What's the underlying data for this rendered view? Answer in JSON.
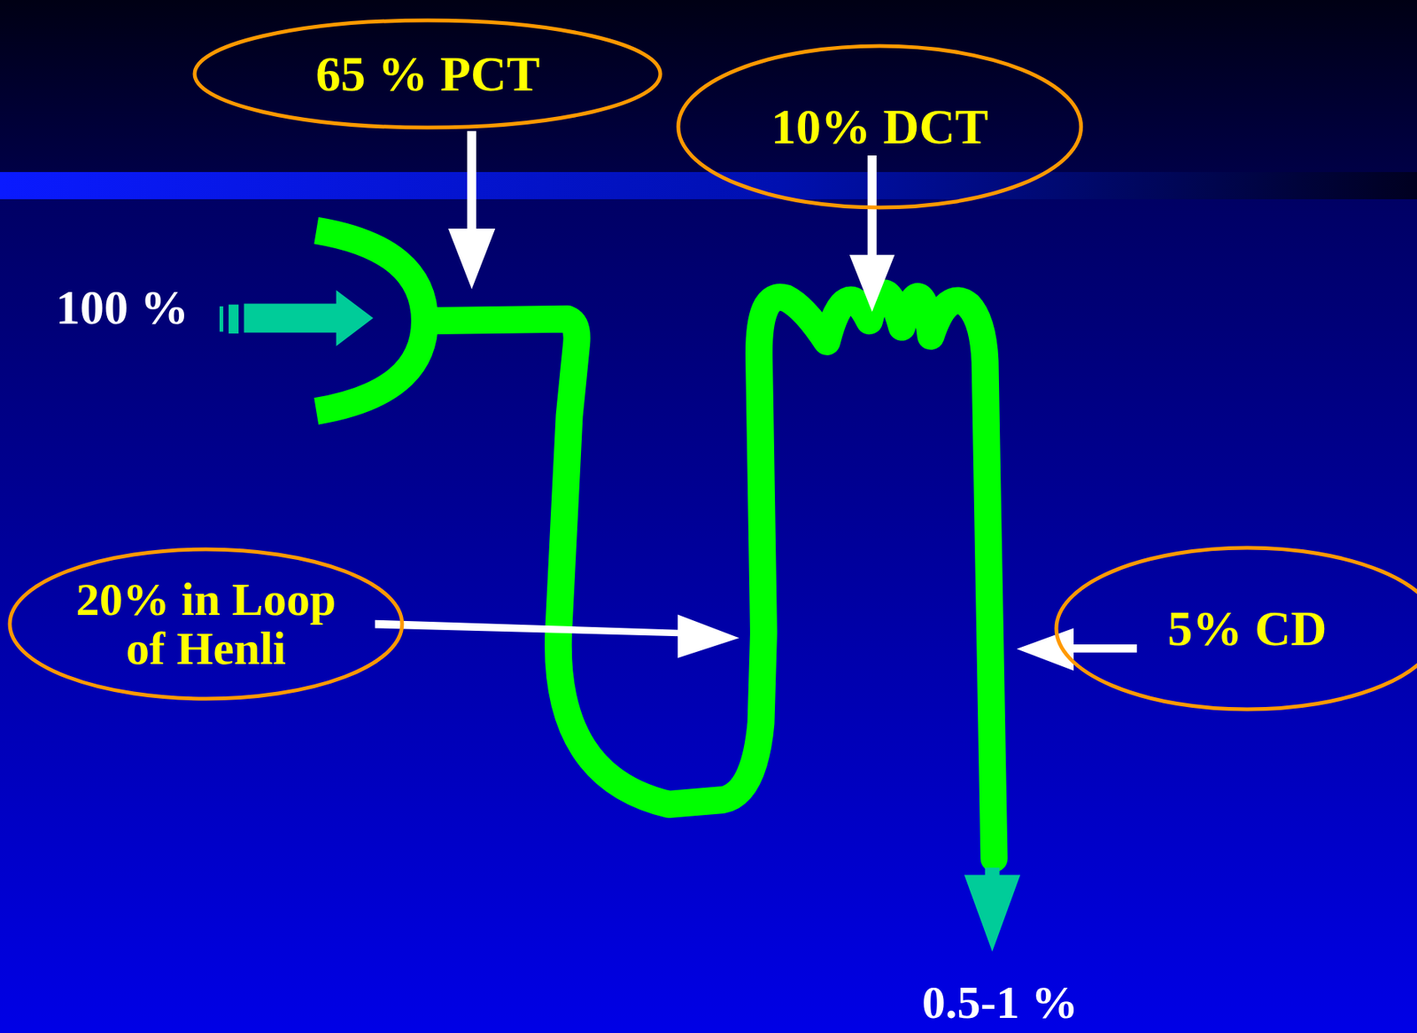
{
  "diagram": {
    "nodes": [
      {
        "text": [
          "65 % PCT"
        ]
      },
      {
        "text": [
          "10% DCT"
        ]
      },
      {
        "text": [
          "20% in Loop of Henli"
        ]
      },
      {
        "text": [
          "5% CD"
        ]
      }
    ],
    "labels": [
      "100 %",
      "0.5-1 %"
    ]
  }
}
